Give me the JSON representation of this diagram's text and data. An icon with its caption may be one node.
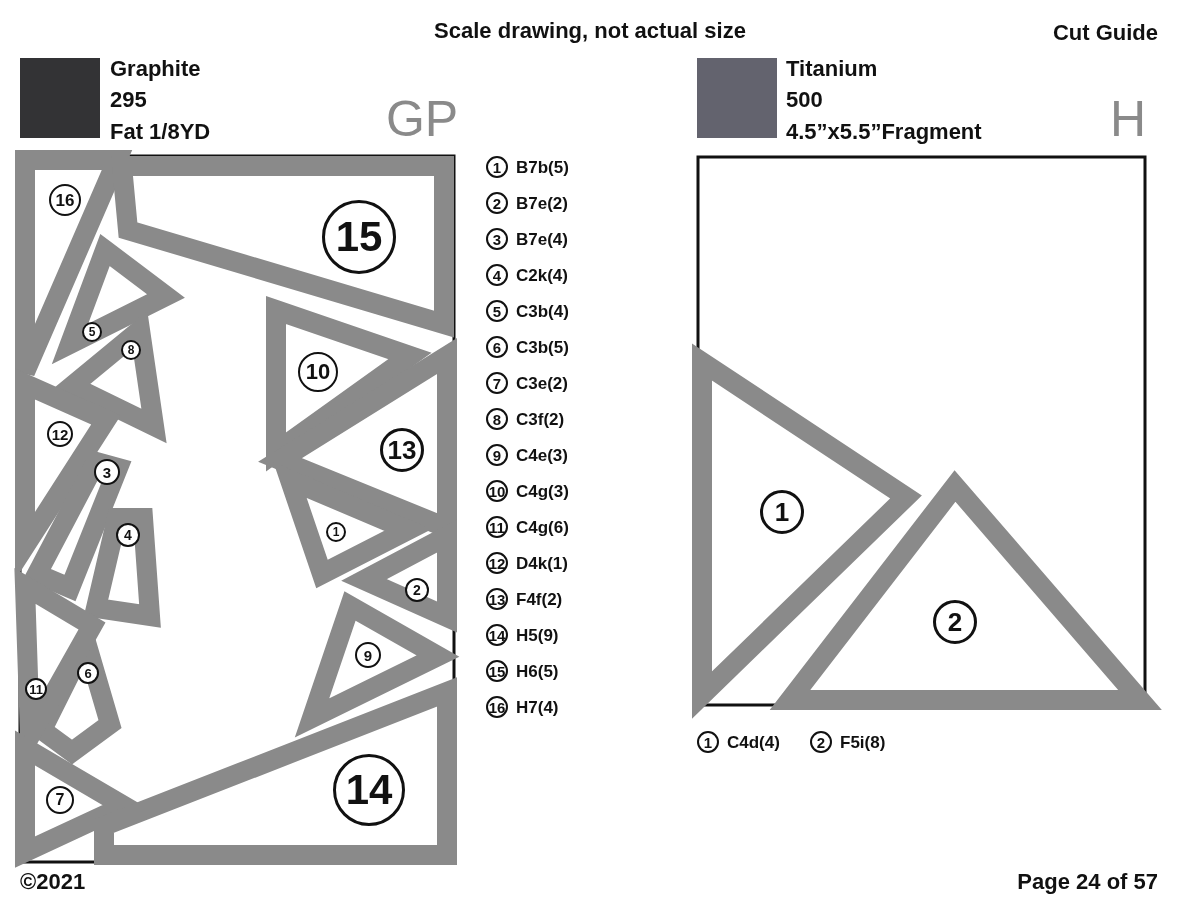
{
  "diagram": {
    "nodes": [
      {
        "text": [
          "16"
        ]
      },
      {
        "text": [
          "15"
        ]
      },
      {
        "text": [
          "5"
        ]
      },
      {
        "text": [
          "8"
        ]
      },
      {
        "text": [
          "10"
        ]
      },
      {
        "text": [
          "12"
        ]
      },
      {
        "text": [
          "13"
        ]
      },
      {
        "text": [
          "3"
        ]
      },
      {
        "text": [
          "4"
        ]
      },
      {
        "text": [
          "1"
        ]
      },
      {
        "text": [
          "2"
        ]
      },
      {
        "text": [
          "9"
        ]
      },
      {
        "text": [
          "6"
        ]
      },
      {
        "text": [
          "11"
        ]
      },
      {
        "text": [
          "7"
        ]
      },
      {
        "text": [
          "14"
        ]
      },
      {
        "text": [
          "1"
        ],
        "beside": [
          "B7b(5)"
        ]
      },
      {
        "text": [
          "2"
        ],
        "beside": [
          "B7e(2)"
        ]
      },
      {
        "text": [
          "3"
        ],
        "beside": [
          "B7e(4)"
        ]
      },
      {
        "text": [
          "4"
        ],
        "beside": [
          "C2k(4)"
        ]
      },
      {
        "text": [
          "5"
        ],
        "beside": [
          "C3b(4)"
        ]
      },
      {
        "text": [
          "6"
        ],
        "beside": [
          "C3b(5)"
        ]
      },
      {
        "text": [
          "7"
        ],
        "beside": [
          "C3e(2)"
        ]
      },
      {
        "text": [
          "8"
        ],
        "beside": [
          "C3f(2)"
        ]
      },
      {
        "text": [
          "9"
        ],
        "beside": [
          "C4e(3)"
        ]
      },
      {
        "text": [
          "10"
        ],
        "beside": [
          "C4g(3)"
        ]
      },
      {
        "text": [
          "11"
        ],
        "beside": [
          "C4g(6)"
        ]
      },
      {
        "text": [
          "12"
        ],
        "beside": [
          "D4k(1)"
        ]
      },
      {
        "text": [
          "13"
        ],
        "beside": [
          "F4f(2)"
        ]
      },
      {
        "text": [
          "14"
        ],
        "beside": [
          "H5(9)"
        ]
      },
      {
        "text": [
          "15"
        ],
        "beside": [
          "H6(5)"
        ]
      },
      {
        "text": [
          "16"
        ],
        "beside": [
          "H7(4)"
        ]
      },
      {
        "text": [
          "1"
        ]
      },
      {
        "text": [
          "2"
        ]
      },
      {
        "text": [
          "1"
        ],
        "beside": [
          "C4d(4)"
        ]
      },
      {
        "text": [
          "2"
        ],
        "beside": [
          "F5i(8)"
        ]
      }
    ],
    "labels": [
      "Scale drawing, not actual size",
      "Cut Guide",
      "295",
      "Fat 1/8YD",
      "GP",
      "500",
      "4.5”x5.5”Fragment",
      "H",
      "©2021",
      "Page 24 of 57"
    ],
    "legend": [
      {
        "text": "Graphite",
        "color": "#333335"
      },
      {
        "text": "Titanium",
        "color": "#63636e"
      }
    ]
  }
}
